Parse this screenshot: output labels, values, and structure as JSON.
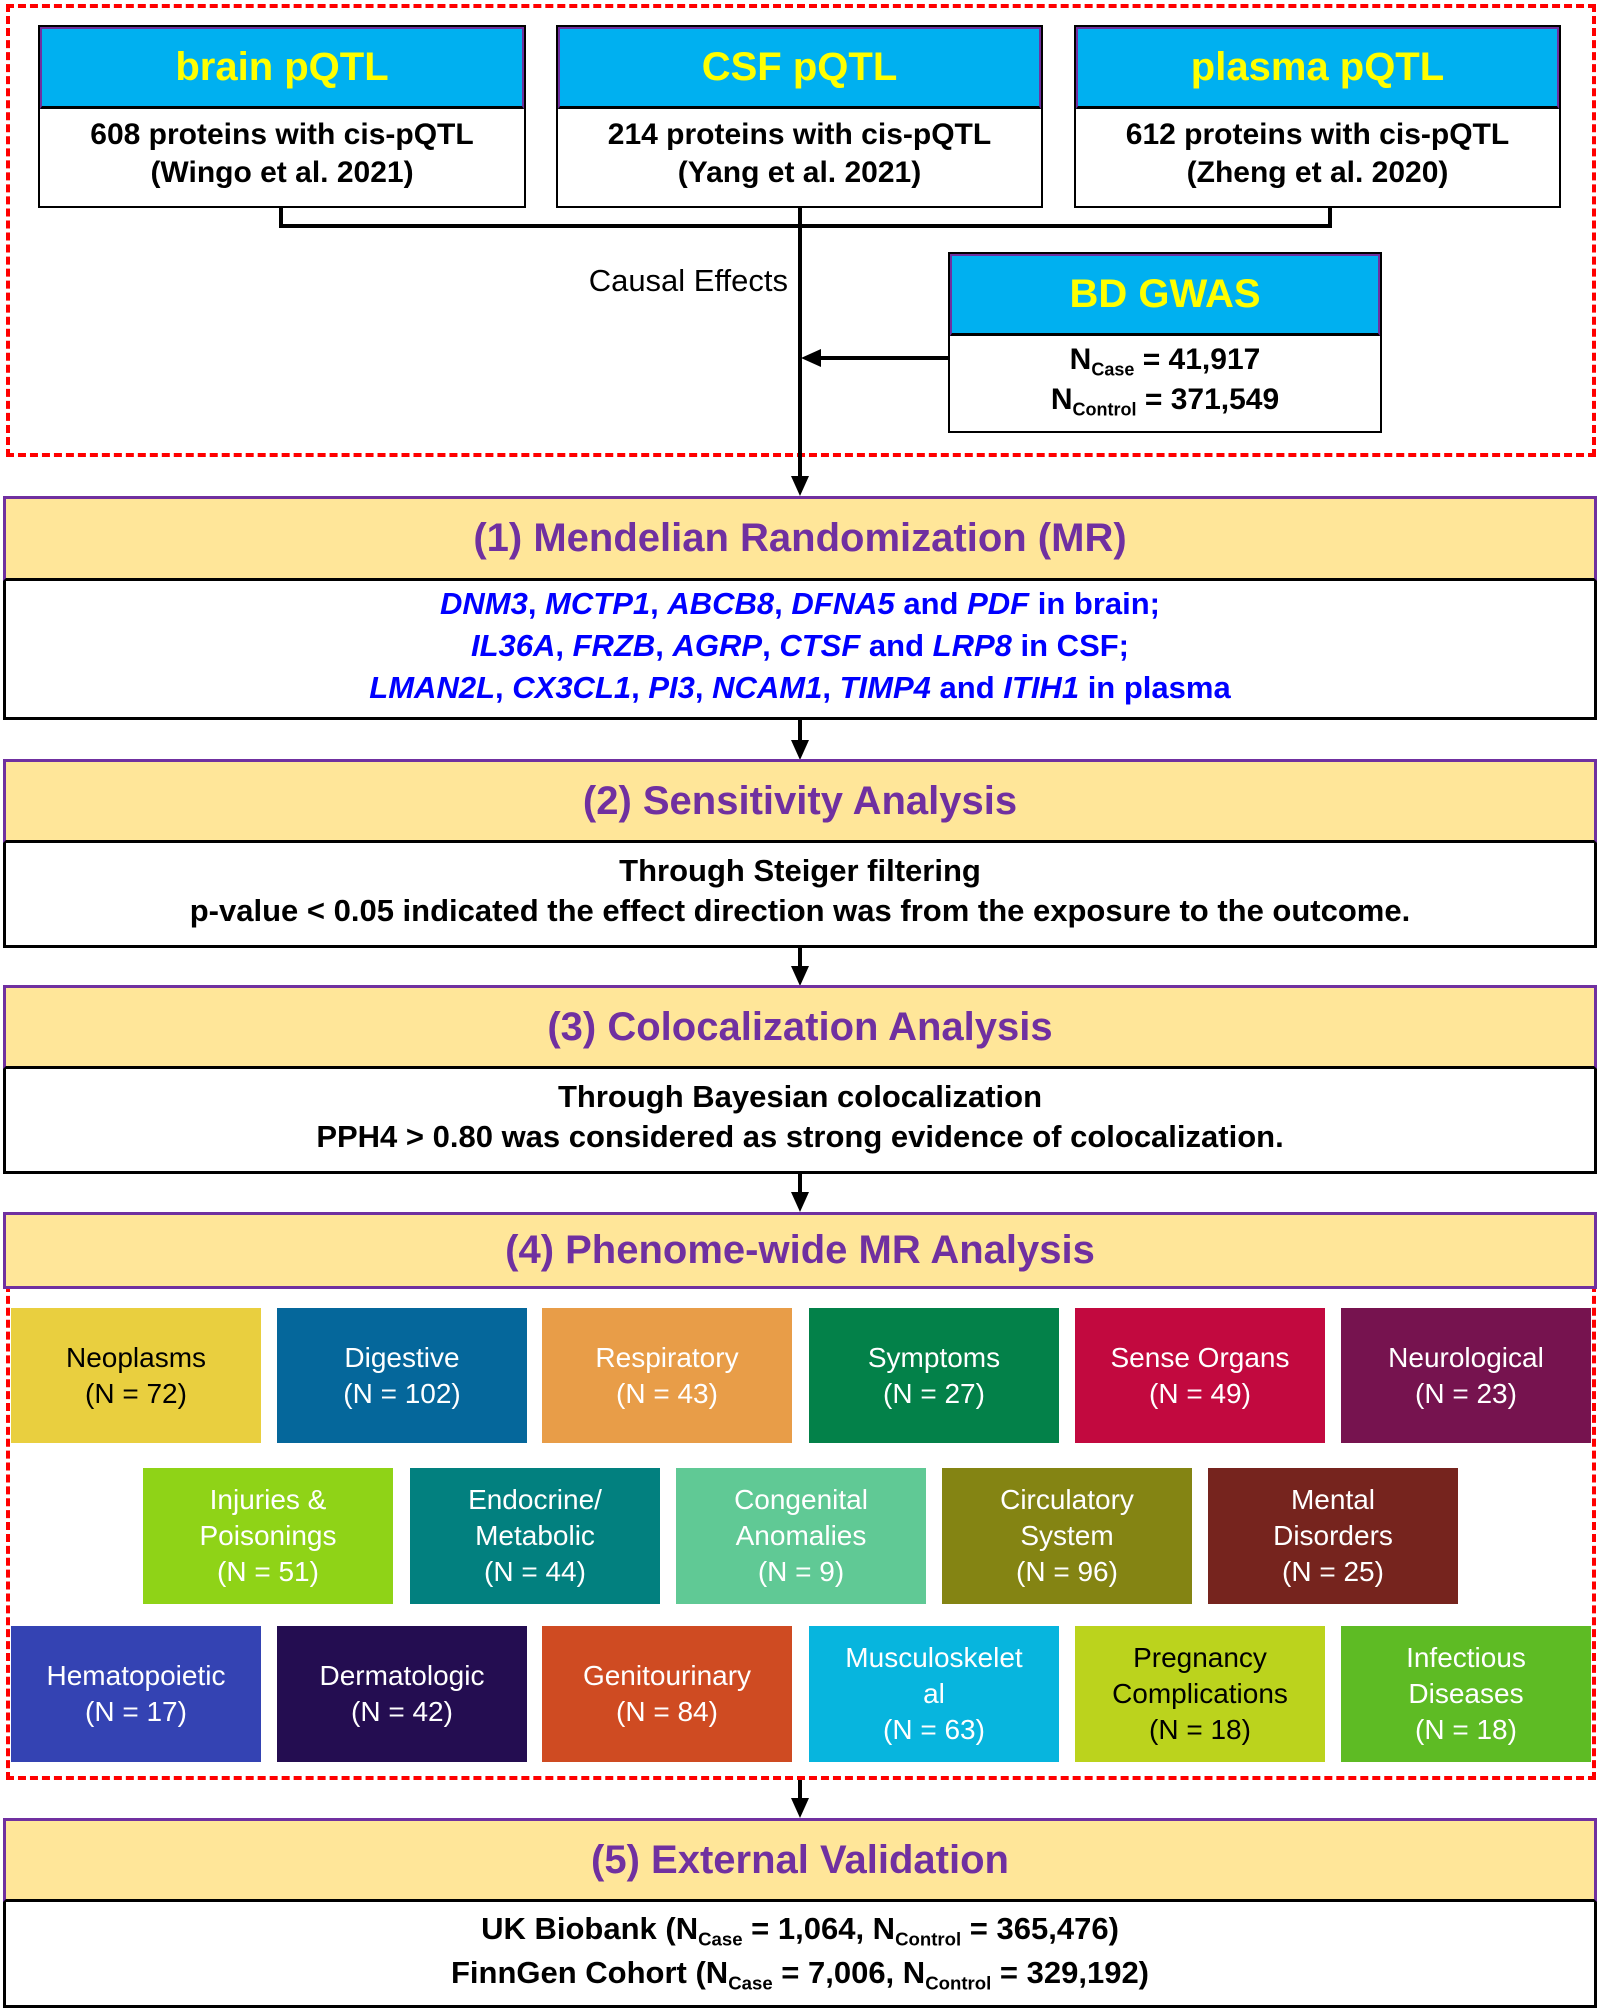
{
  "sources": [
    {
      "title": "brain pQTL",
      "line1": "608 proteins with cis-pQTL",
      "line2": "(Wingo et al. 2021)"
    },
    {
      "title": "CSF pQTL",
      "line1": "214 proteins with cis-pQTL",
      "line2": "(Yang et al. 2021)"
    },
    {
      "title": "plasma pQTL",
      "line1": "612 proteins with cis-pQTL",
      "line2": "(Zheng et al. 2020)"
    }
  ],
  "causal_label": "Causal Effects",
  "gwas": {
    "title": "BD GWAS",
    "case_label": "N",
    "case_sub": "Case",
    "case_value": "= 41,917",
    "control_label": "N",
    "control_sub": "Control",
    "control_value": "= 371,549"
  },
  "steps": {
    "mr": {
      "title": "(1) Mendelian Randomization (MR)",
      "brain": {
        "genes": [
          "DNM3",
          "MCTP1",
          "ABCB8",
          "DFNA5"
        ],
        "and": "and",
        "last": "PDF",
        "suffix": "in brain;"
      },
      "csf": {
        "genes": [
          "IL36A",
          "FRZB",
          "AGRP"
        ],
        "last_pre": "CTSF",
        "and": "and",
        "last": "LRP8",
        "suffix": "in CSF;"
      },
      "plasma": {
        "genes": [
          "LMAN2L",
          "CX3CL1",
          "PI3",
          "NCAM1"
        ],
        "last_pre": "TIMP4",
        "and": "and",
        "last": "ITIH1",
        "suffix": "in plasma"
      }
    },
    "sensitivity": {
      "title": "(2) Sensitivity Analysis",
      "line1": "Through Steiger filtering",
      "line2": "p-value < 0.05 indicated the effect direction was from the exposure to the outcome."
    },
    "colocalization": {
      "title": "(3) Colocalization Analysis",
      "line1": "Through Bayesian colocalization",
      "line2": "PPH4 > 0.80 was considered as strong evidence of colocalization."
    },
    "phewas": {
      "title": "(4) Phenome-wide MR Analysis",
      "categories": [
        {
          "name": "Neoplasms",
          "n": "(N = 72)",
          "color": "#e9cf3f",
          "text_color": "#000000"
        },
        {
          "name": "Digestive",
          "n": "(N = 102)",
          "color": "#05679b",
          "text_color": "#ffffff"
        },
        {
          "name": "Respiratory",
          "n": "(N = 43)",
          "color": "#e89d48",
          "text_color": "#ffffff"
        },
        {
          "name": "Symptoms",
          "n": "(N = 27)",
          "color": "#038149",
          "text_color": "#ffffff"
        },
        {
          "name": "Sense Organs",
          "n": "(N = 49)",
          "color": "#c2093f",
          "text_color": "#ffffff"
        },
        {
          "name": "Neurological",
          "n": "(N = 23)",
          "color": "#76134f",
          "text_color": "#ffffff"
        },
        {
          "name": "Injuries & Poisonings",
          "n": "(N = 51)",
          "color": "#8fd317",
          "text_color": "#ffffff"
        },
        {
          "name": "Endocrine/ Metabolic",
          "n": "(N = 44)",
          "color": "#02807f",
          "text_color": "#ffffff"
        },
        {
          "name": "Congenital Anomalies",
          "n": "(N = 9)",
          "color": "#60c995",
          "text_color": "#ffffff"
        },
        {
          "name": "Circulatory System",
          "n": "(N = 96)",
          "color": "#848413",
          "text_color": "#ffffff"
        },
        {
          "name": "Mental Disorders",
          "n": "(N = 25)",
          "color": "#76241e",
          "text_color": "#ffffff"
        },
        {
          "name": "Hematopoietic",
          "n": "(N = 17)",
          "color": "#3443b3",
          "text_color": "#ffffff"
        },
        {
          "name": "Dermatologic",
          "n": "(N = 42)",
          "color": "#240d51",
          "text_color": "#ffffff"
        },
        {
          "name": "Genitourinary",
          "n": "(N = 84)",
          "color": "#cf4b22",
          "text_color": "#ffffff"
        },
        {
          "name": "Musculoskelet al",
          "n": "(N = 63)",
          "color": "#07b5de",
          "text_color": "#ffffff"
        },
        {
          "name": "Pregnancy Complications",
          "n": "(N = 18)",
          "color": "#bbd31d",
          "text_color": "#000000"
        },
        {
          "name": "Infectious Diseases",
          "n": "(N = 18)",
          "color": "#5ebb24",
          "text_color": "#ffffff"
        }
      ]
    },
    "validation": {
      "title": "(5) External Validation",
      "ukb": {
        "prefix": "UK Biobank (N",
        "case_sub": "Case",
        "mid": " = 1,064, N",
        "control_sub": "Control",
        "end": " = 365,476)"
      },
      "finngen": {
        "prefix": "FinnGen Cohort (N",
        "case_sub": "Case",
        "mid": " = 7,006, N",
        "control_sub": "Control",
        "end": " = 329,192)"
      }
    }
  },
  "colors": {
    "source_header": "#00b0f0",
    "source_title": "#ffff00",
    "step_header": "#ffe699",
    "step_title": "#7030a0",
    "gene_text": "#0000ff",
    "dashed_frame": "#ff0000"
  }
}
